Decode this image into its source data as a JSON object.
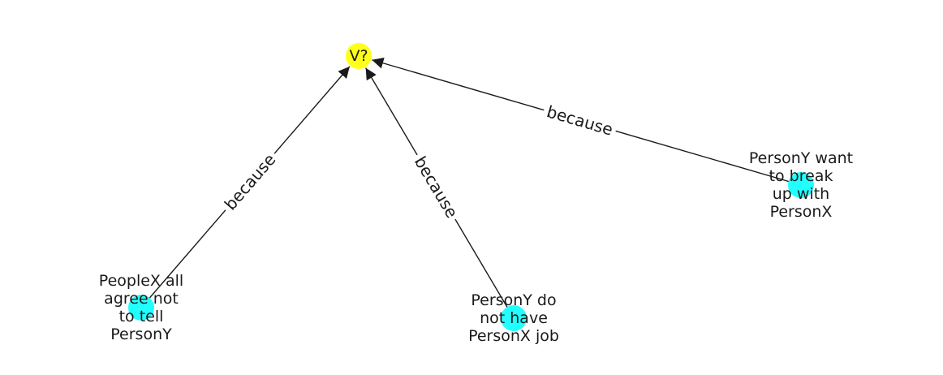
{
  "colors": {
    "target": "#ffff1a",
    "source": "#22ffff",
    "edge": "#1a1a1a",
    "text": "#1a1a1a"
  },
  "nodes": [
    {
      "id": "v",
      "kind": "target",
      "label": "V?"
    },
    {
      "id": "n1",
      "kind": "source",
      "label": "PeopleX all\nagree not\nto tell\nPersonY"
    },
    {
      "id": "n2",
      "kind": "source",
      "label": "PersonY do\nnot have\nPersonX job"
    },
    {
      "id": "n3",
      "kind": "source",
      "label": "PersonY want\nto break\nup with\nPersonX"
    }
  ],
  "edges": [
    {
      "from": "n1",
      "to": "v",
      "label": "because"
    },
    {
      "from": "n2",
      "to": "v",
      "label": "because"
    },
    {
      "from": "n3",
      "to": "v",
      "label": "because"
    }
  ]
}
